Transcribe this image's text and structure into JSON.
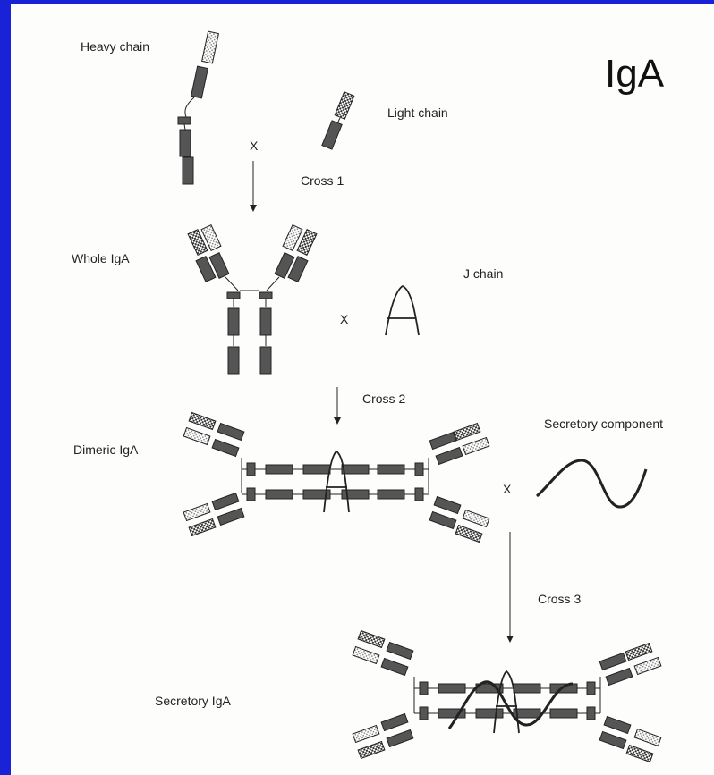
{
  "title": "IgA",
  "labels": {
    "heavy_chain": "Heavy chain",
    "light_chain": "Light chain",
    "cross1": "Cross 1",
    "whole_iga": "Whole IgA",
    "j_chain": "J chain",
    "cross2": "Cross 2",
    "dimeric_iga": "Dimeric IgA",
    "secretory_component": "Secretory component",
    "cross3": "Cross 3",
    "secretory_iga": "Secretory IgA"
  },
  "cross_marks": {
    "x1": "X",
    "x2": "X",
    "x3": "X"
  },
  "colors": {
    "frame": "#1a22d8",
    "ink": "#222222",
    "domain_fill": "#555555"
  }
}
